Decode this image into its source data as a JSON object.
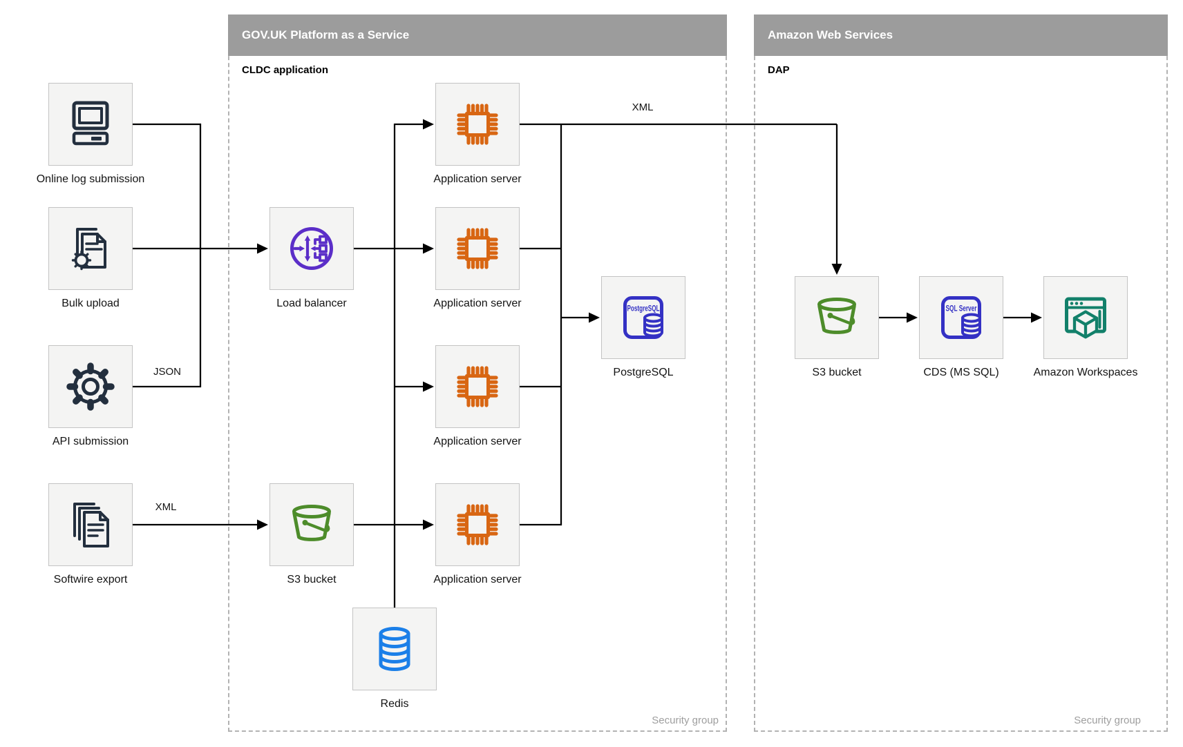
{
  "groups": {
    "govuk": {
      "title": "GOV.UK Platform as a Service",
      "subtitle": "CLDC application",
      "footer": "Security group"
    },
    "aws": {
      "title": "Amazon Web Services",
      "subtitle": "DAP",
      "footer": "Security group"
    }
  },
  "nodes": {
    "online_log": {
      "label": "Online log submission",
      "icon": "computer-icon"
    },
    "bulk_upload": {
      "label": "Bulk upload",
      "icon": "document-gear-icon"
    },
    "api_submission": {
      "label": "API submission",
      "icon": "gear-icon"
    },
    "softwire_export": {
      "label": "Softwire export",
      "icon": "documents-stack-icon"
    },
    "load_balancer": {
      "label": "Load balancer",
      "icon": "load-balancer-icon"
    },
    "app_server_1": {
      "label": "Application server",
      "icon": "chip-icon"
    },
    "app_server_2": {
      "label": "Application server",
      "icon": "chip-icon"
    },
    "app_server_3": {
      "label": "Application server",
      "icon": "chip-icon"
    },
    "app_server_4": {
      "label": "Application server",
      "icon": "chip-icon"
    },
    "postgresql": {
      "label": "PostgreSQL",
      "icon_text": "PostgreSQL",
      "icon": "postgresql-icon"
    },
    "s3_govuk": {
      "label": "S3 bucket",
      "icon": "s3-bucket-icon"
    },
    "redis": {
      "label": "Redis",
      "icon": "database-icon"
    },
    "s3_aws": {
      "label": "S3 bucket",
      "icon": "s3-bucket-icon"
    },
    "cds": {
      "label": "CDS (MS SQL)",
      "icon_text": "SQL Server",
      "icon": "sql-server-icon"
    },
    "workspaces": {
      "label": "Amazon Workspaces",
      "icon": "workspaces-icon"
    }
  },
  "edge_labels": {
    "json_api": "JSON",
    "xml_softwire": "XML",
    "xml_app": "XML"
  },
  "colors": {
    "header_bar": "#9c9c9c",
    "group_border": "#b2b2b2",
    "box_fill": "#f4f4f3",
    "box_border": "#c3c3c3",
    "footer_gray": "#9e9e9e",
    "navy": "#232f3e",
    "orange": "#d86613",
    "purple": "#5b2ec8",
    "indigo": "#3431c4",
    "green": "#4d8c2a",
    "blue": "#1b7fe8",
    "teal": "#12806a"
  }
}
